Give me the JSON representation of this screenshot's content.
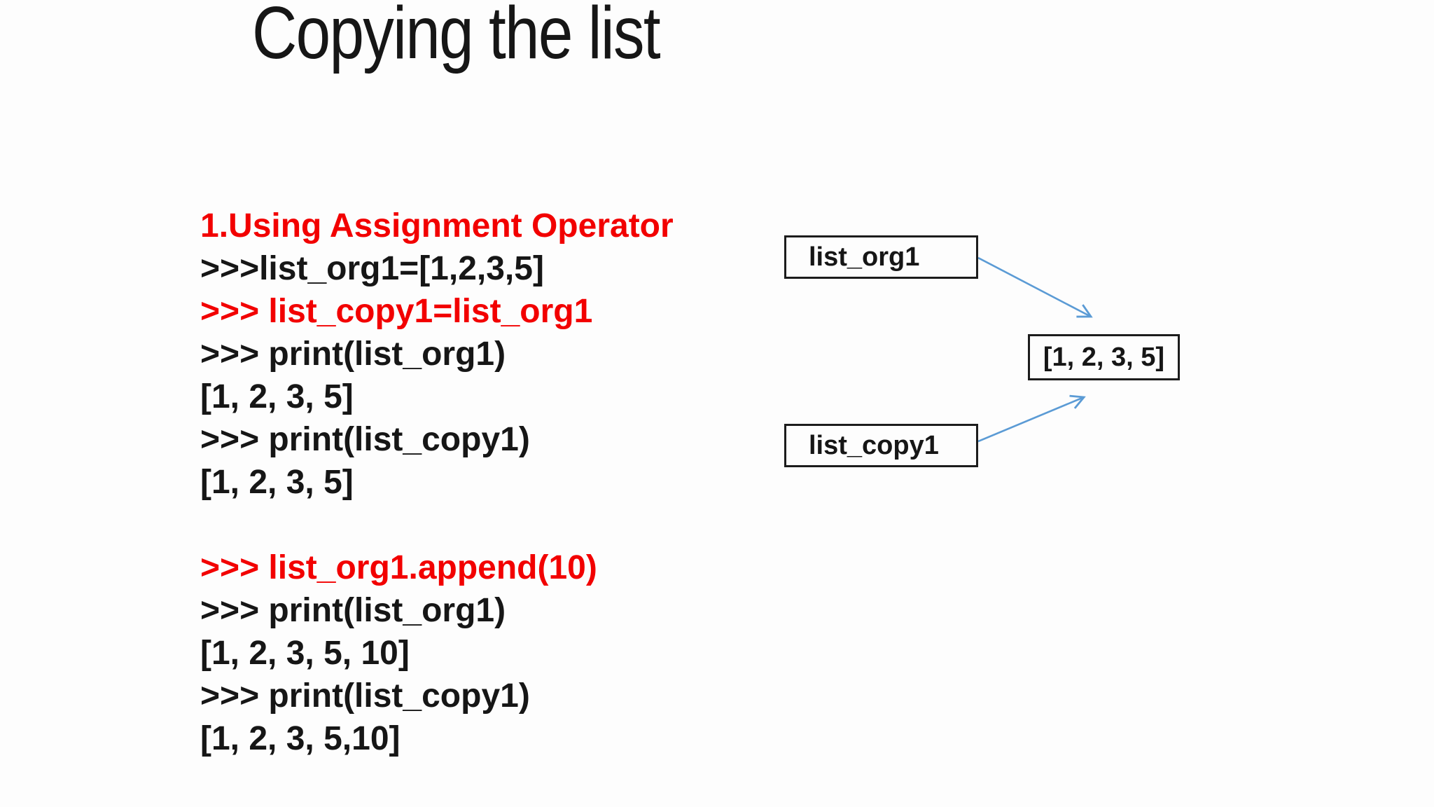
{
  "slide": {
    "title": "Copying the list",
    "colors": {
      "background": "#fdfdfd",
      "black": "#161616",
      "red": "#f20000",
      "arrow_blue": "#5b9bd5",
      "box_border": "#1c1c1c"
    },
    "code_lines": [
      {
        "text": "1.Using Assignment Operator",
        "color": "red"
      },
      {
        "text": ">>>list_org1=[1,2,3,5]",
        "color": "black"
      },
      {
        "text": ">>> list_copy1=list_org1",
        "color": "red"
      },
      {
        "text": ">>> print(list_org1)",
        "color": "black"
      },
      {
        "text": "[1, 2, 3, 5]",
        "color": "black"
      },
      {
        "text": ">>> print(list_copy1)",
        "color": "black"
      },
      {
        "text": "[1, 2, 3, 5]",
        "color": "black"
      },
      {
        "text": "",
        "color": "black"
      },
      {
        "text": ">>> list_org1.append(10)",
        "color": "red"
      },
      {
        "text": ">>> print(list_org1)",
        "color": "black"
      },
      {
        "text": "[1, 2, 3, 5, 10]",
        "color": "black"
      },
      {
        "text": ">>> print(list_copy1)",
        "color": "black"
      },
      {
        "text": "[1, 2, 3, 5,10]",
        "color": "black"
      }
    ],
    "diagram": {
      "org_box_label": "list_org1",
      "copy_box_label": "list_copy1",
      "value_box_label": "[1, 2, 3, 5]"
    }
  }
}
